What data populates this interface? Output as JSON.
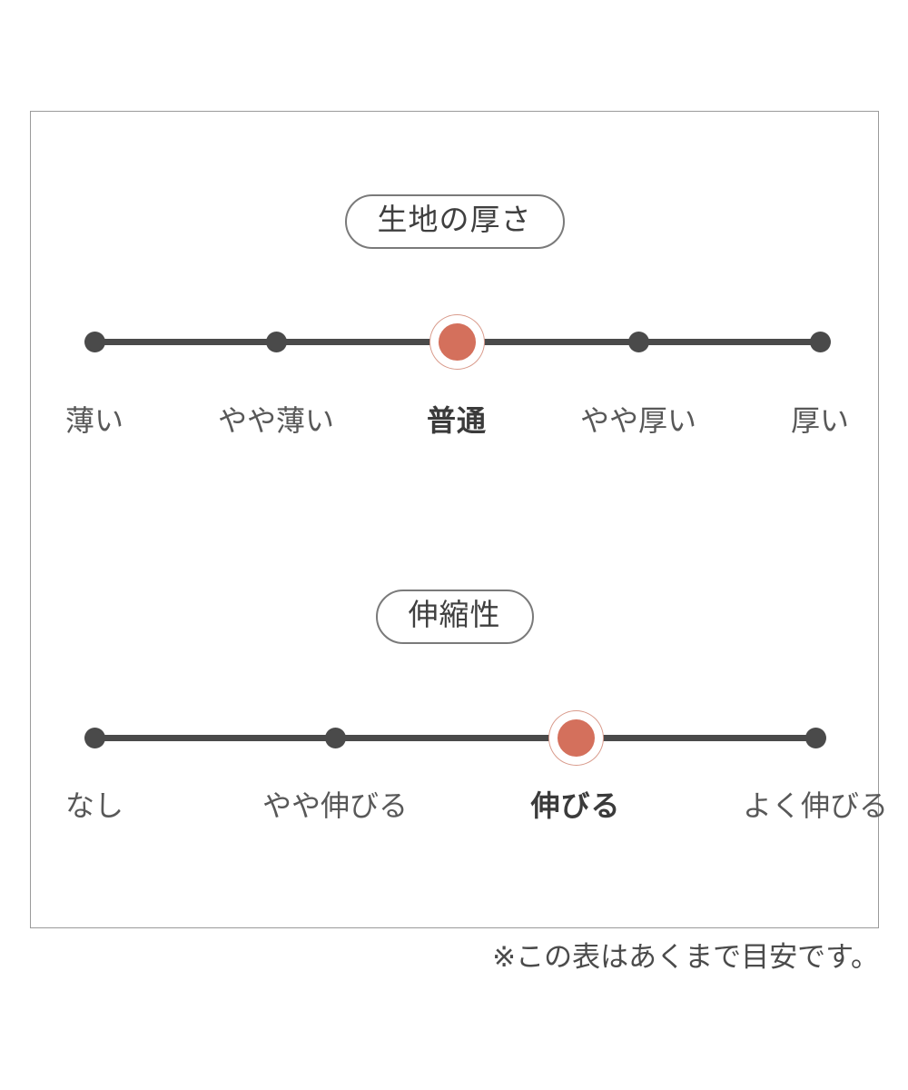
{
  "panel": {
    "sections": [
      {
        "id": "fabric-thickness",
        "heading": "生地の厚さ",
        "scale": {
          "points": [
            {
              "label": "薄い",
              "selected": false
            },
            {
              "label": "やや薄い",
              "selected": false
            },
            {
              "label": "普通",
              "selected": true
            },
            {
              "label": "やや厚い",
              "selected": false
            },
            {
              "label": "厚い",
              "selected": false
            }
          ],
          "selected_index": 2,
          "selected_label": "普通",
          "count": 5
        }
      },
      {
        "id": "stretchiness",
        "heading": "伸縮性",
        "scale": {
          "points": [
            {
              "label": "なし",
              "selected": false
            },
            {
              "label": "やや伸びる",
              "selected": false
            },
            {
              "label": "伸びる",
              "selected": true
            },
            {
              "label": "よく伸びる",
              "selected": false
            }
          ],
          "selected_index": 2,
          "selected_label": "伸びる",
          "count": 4
        }
      }
    ]
  },
  "footnote": "※この表はあくまで目安です。",
  "colors": {
    "accent": "#d4705c",
    "accent_ring": "#d99b8c",
    "track": "#4a4a4a",
    "dot": "#4a4a4a",
    "panel_border": "#9a9a9a",
    "text": "#4a4a4a",
    "background": "#ffffff"
  },
  "chart_data": {
    "type": "scale",
    "title": "",
    "charts": [
      {
        "title": "生地の厚さ",
        "categories": [
          "薄い",
          "やや薄い",
          "普通",
          "やや厚い",
          "厚い"
        ],
        "values": [
          0,
          0,
          1,
          0,
          0
        ],
        "selected": "普通",
        "selected_index": 2,
        "xlabel": "",
        "ylabel": "",
        "grid": false,
        "legend": "none"
      },
      {
        "title": "伸縮性",
        "categories": [
          "なし",
          "やや伸びる",
          "伸びる",
          "よく伸びる"
        ],
        "values": [
          0,
          0,
          1,
          0
        ],
        "selected": "伸びる",
        "selected_index": 2,
        "xlabel": "",
        "ylabel": "",
        "grid": false,
        "legend": "none"
      }
    ],
    "annotations": [
      "※この表はあくまで目安です。"
    ]
  }
}
